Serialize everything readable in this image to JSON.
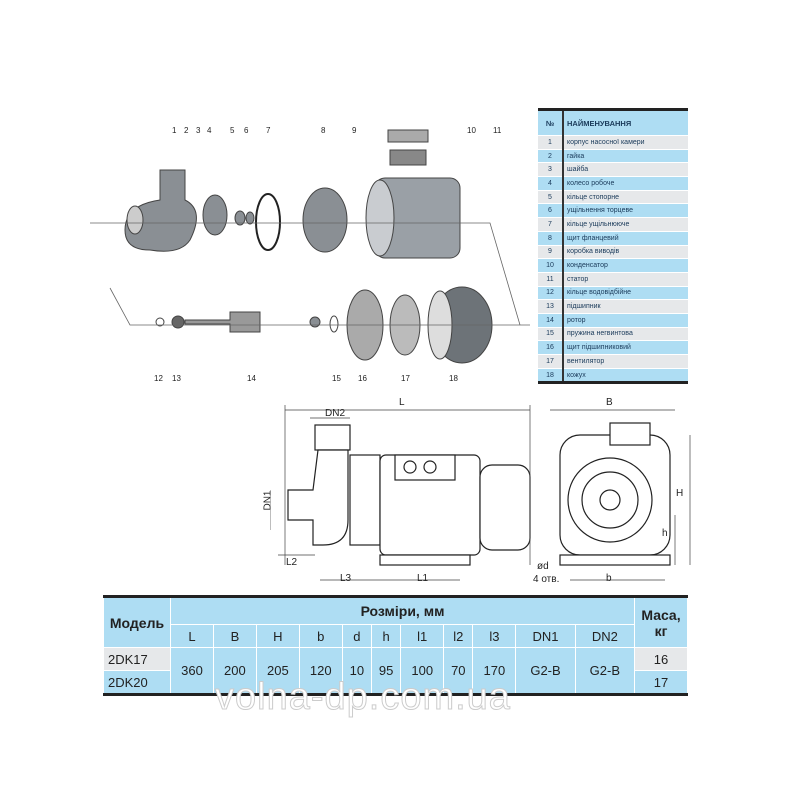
{
  "exploded_view": {
    "top_labels": [
      "1",
      "2",
      "3",
      "4",
      "5",
      "6",
      "7",
      "8",
      "9",
      "10",
      "11"
    ],
    "bottom_labels": [
      "12",
      "13",
      "14",
      "15",
      "16",
      "17",
      "18"
    ]
  },
  "parts_table": {
    "header_no": "№",
    "header_name": "НАЙМЕНУВАННЯ",
    "rows": [
      {
        "n": "1",
        "name": "корпус насосної камери"
      },
      {
        "n": "2",
        "name": "гайка"
      },
      {
        "n": "3",
        "name": "шайба"
      },
      {
        "n": "4",
        "name": "колесо робоче"
      },
      {
        "n": "5",
        "name": "кільце стопорне"
      },
      {
        "n": "6",
        "name": "ущільнення торцеве"
      },
      {
        "n": "7",
        "name": "кільце ущільнююче"
      },
      {
        "n": "8",
        "name": "щит фланцевий"
      },
      {
        "n": "9",
        "name": "коробка виводів"
      },
      {
        "n": "10",
        "name": "конденсатор"
      },
      {
        "n": "11",
        "name": "статор"
      },
      {
        "n": "12",
        "name": "кільце водовідбійне"
      },
      {
        "n": "13",
        "name": "підшипник"
      },
      {
        "n": "14",
        "name": "ротор"
      },
      {
        "n": "15",
        "name": "пружина негвинтова"
      },
      {
        "n": "16",
        "name": "щит підшипниковий"
      },
      {
        "n": "17",
        "name": "вентилятор"
      },
      {
        "n": "18",
        "name": "кожух"
      }
    ]
  },
  "dimension_drawing": {
    "L": "L",
    "DN2": "DN2",
    "DN1": "DN1",
    "L2": "L2",
    "L3": "L3",
    "L1": "L1",
    "B": "B",
    "H": "H",
    "h": "h",
    "d": "ød",
    "holes": "4 отв.",
    "b": "b"
  },
  "dims_table": {
    "model_header": "Модель",
    "dims_header": "Розміри, мм",
    "mass_header": "Маса, кг",
    "columns": [
      "L",
      "B",
      "H",
      "b",
      "d",
      "h",
      "l1",
      "l2",
      "l3",
      "DN1",
      "DN2"
    ],
    "shared_values": [
      "360",
      "200",
      "205",
      "120",
      "10",
      "95",
      "100",
      "70",
      "170",
      "G2-B",
      "G2-B"
    ],
    "models": [
      {
        "name": "2DK17",
        "mass": "16"
      },
      {
        "name": "2DK20",
        "mass": "17"
      }
    ]
  },
  "watermark": "volna-dp.com.ua"
}
